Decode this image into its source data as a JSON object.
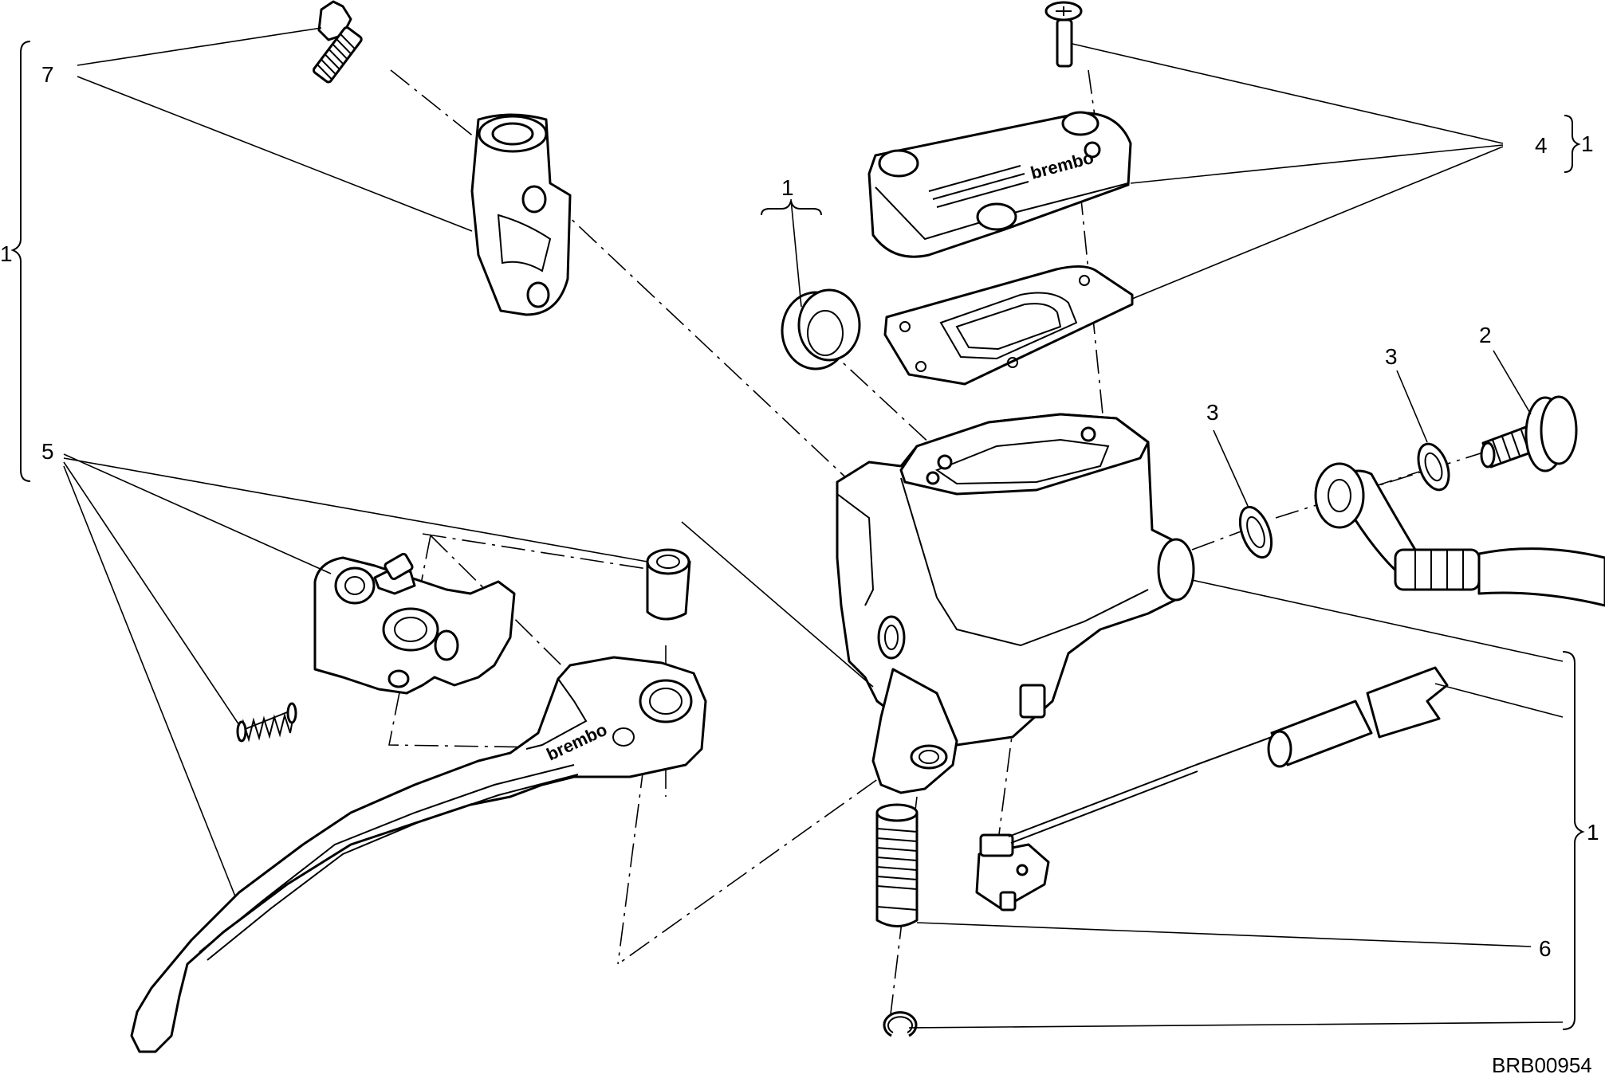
{
  "callouts": {
    "c1_left_group": "1",
    "c7": "7",
    "c5": "5",
    "c1_grommet": "1",
    "c4": "4",
    "c1_cap_group": "1",
    "c2": "2",
    "c3_upper": "3",
    "c3_lower": "3",
    "c1_right_group": "1",
    "c6": "6"
  },
  "brand_marks": {
    "cap_brand": "brembo",
    "lever_brand": "brembo"
  },
  "drawing_code": "BRB00954"
}
